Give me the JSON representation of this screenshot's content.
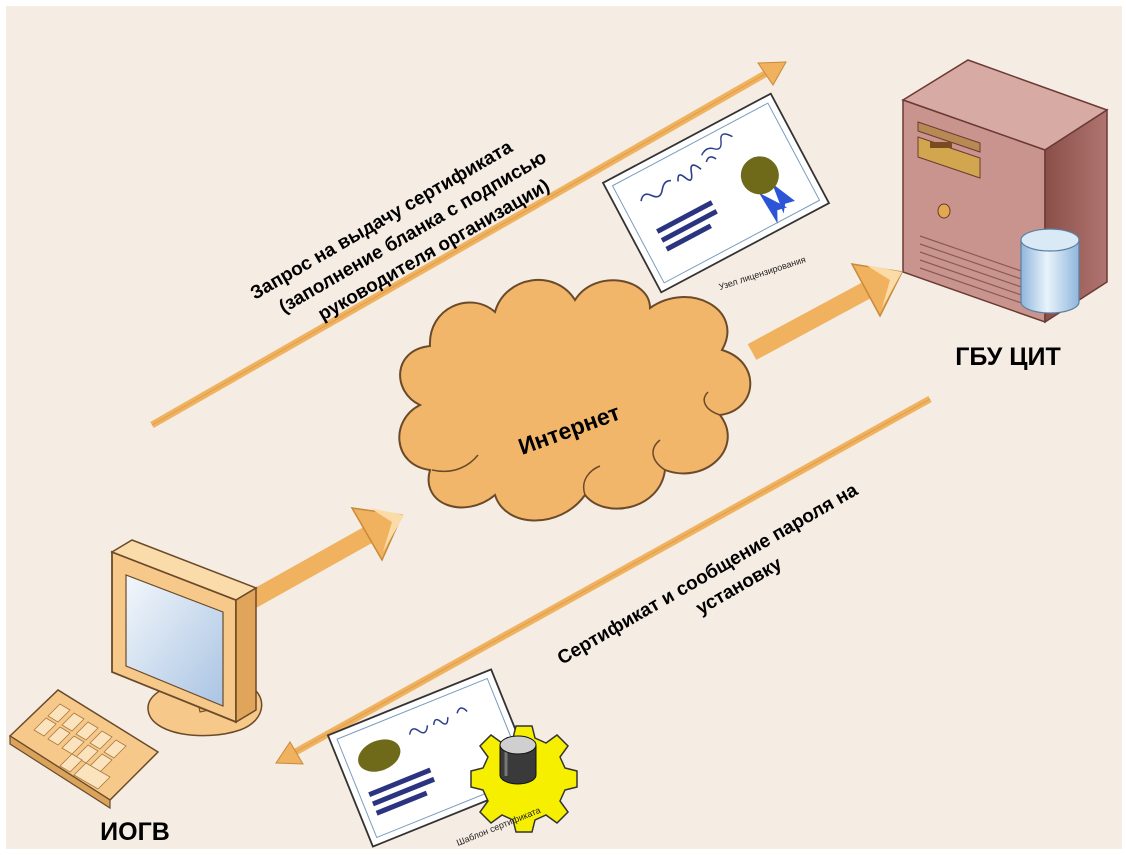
{
  "diagram": {
    "nodes": {
      "client": {
        "label": "ИОГВ"
      },
      "server": {
        "label": "ГБУ ЦИТ"
      },
      "network": {
        "label": "Интернет"
      }
    },
    "flows": {
      "request": {
        "line1": "Запрос на выдачу сертификата",
        "line2": "(заполнение бланка с подписью",
        "line3": "руководителя организации)"
      },
      "response": {
        "line1": "Сертификат и сообщение пароля на",
        "line2": "установку"
      }
    },
    "documents": {
      "license_node": {
        "caption": "Узел лицензирования"
      },
      "certificate_template": {
        "caption": "Шаблон сертификата"
      }
    }
  },
  "colors": {
    "background": "#f5ece3",
    "arrow": "#f0b25e",
    "cloud": "#f2b66b",
    "server_body": "#c9948e",
    "monitor": "#f6c98a",
    "seal": "#6e6a1a",
    "gear": "#f6f000"
  }
}
